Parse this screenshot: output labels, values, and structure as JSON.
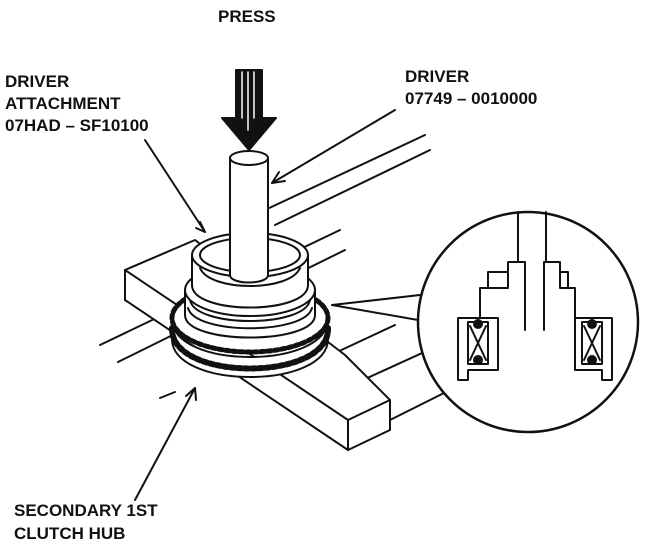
{
  "labels": {
    "press": "PRESS",
    "driver_attachment": [
      "DRIVER",
      "ATTACHMENT",
      "07HAD – SF10100"
    ],
    "driver": [
      "DRIVER",
      "07749 – 0010000"
    ],
    "hub": [
      "SECONDARY 1ST",
      "CLUTCH HUB"
    ]
  },
  "colors": {
    "ink": "#111111",
    "paper": "#ffffff"
  },
  "icons": {
    "press_arrow": "down-arrow-icon"
  }
}
